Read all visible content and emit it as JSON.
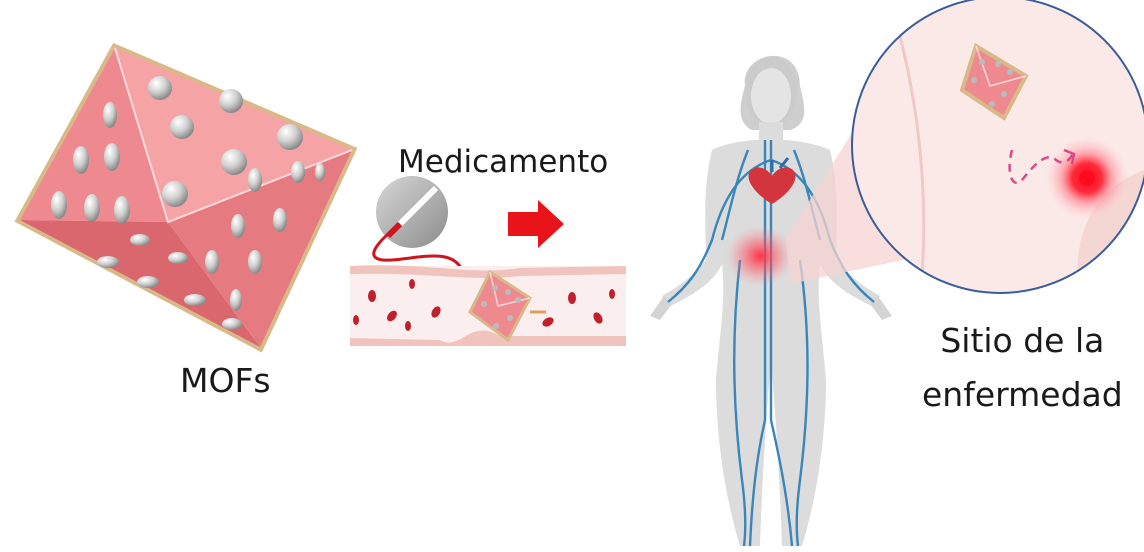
{
  "labels": {
    "mofs": "MOFs",
    "medicine": "Medicamento",
    "disease_site_line1": "Sitio de la",
    "disease_site_line2": "enfermedad"
  },
  "colors": {
    "mof_face": "#f28a8e",
    "mof_face_dark": "#d9676d",
    "mof_frame": "#d9b98a",
    "arrow": "#e8141a",
    "path_red": "#d1141b",
    "dashed_path": "#d64b86",
    "vessel_wall": "#f2c9c4",
    "blood_cell": "#c0202b",
    "veins": "#3a86b8",
    "body_skin": "#d8d8d8",
    "zoom_cone": "#f6d4d2",
    "lesion": "#ff1f3a"
  }
}
